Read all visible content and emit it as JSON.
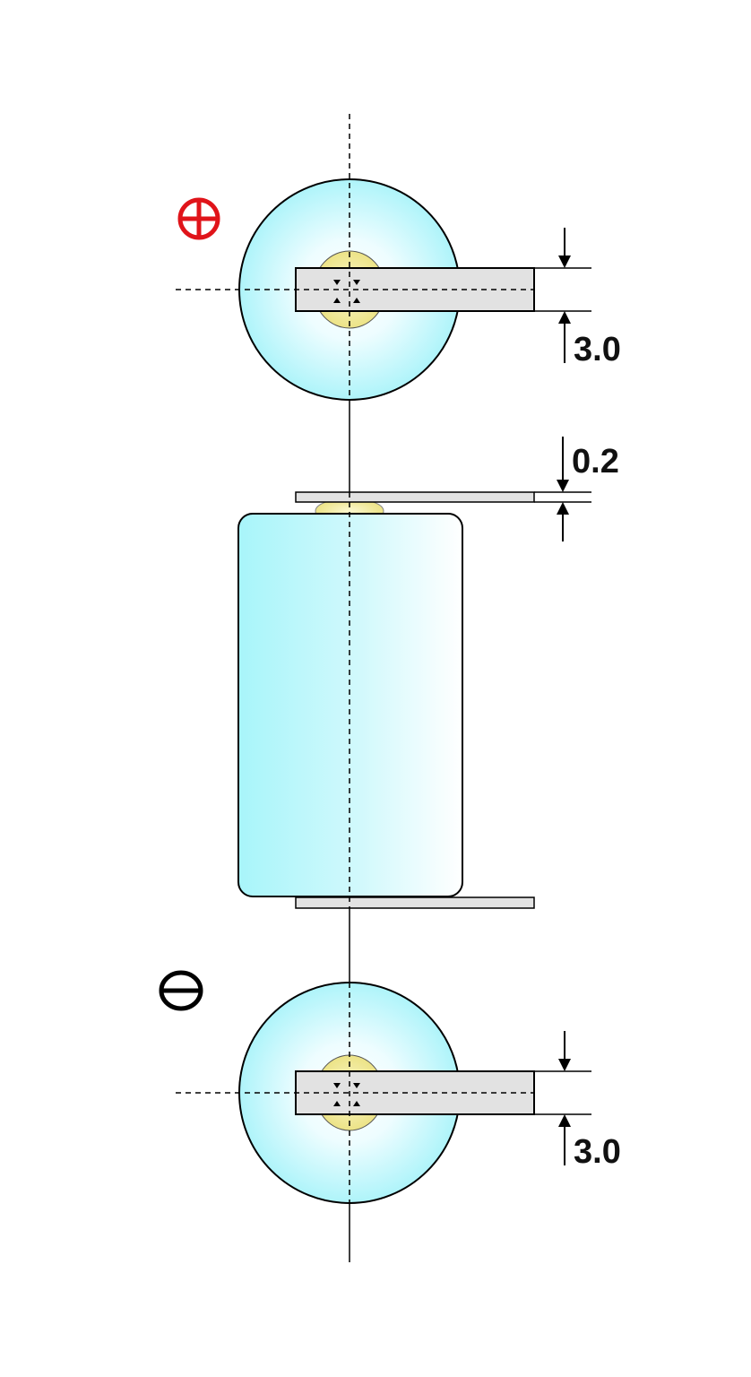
{
  "labels": {
    "top_tab_width": "3.0",
    "tab_thickness": "0.2",
    "bottom_tab_width": "3.0"
  },
  "terminals": {
    "positive": {
      "symbol": "⊕",
      "color": "#e0141a"
    },
    "negative": {
      "symbol": "⊖",
      "color": "#000000"
    }
  },
  "colors": {
    "cell_body": "#a8f5fa",
    "tab": "#e2e2e2",
    "terminal_cap": "#f3eea0",
    "outline": "#000000"
  }
}
